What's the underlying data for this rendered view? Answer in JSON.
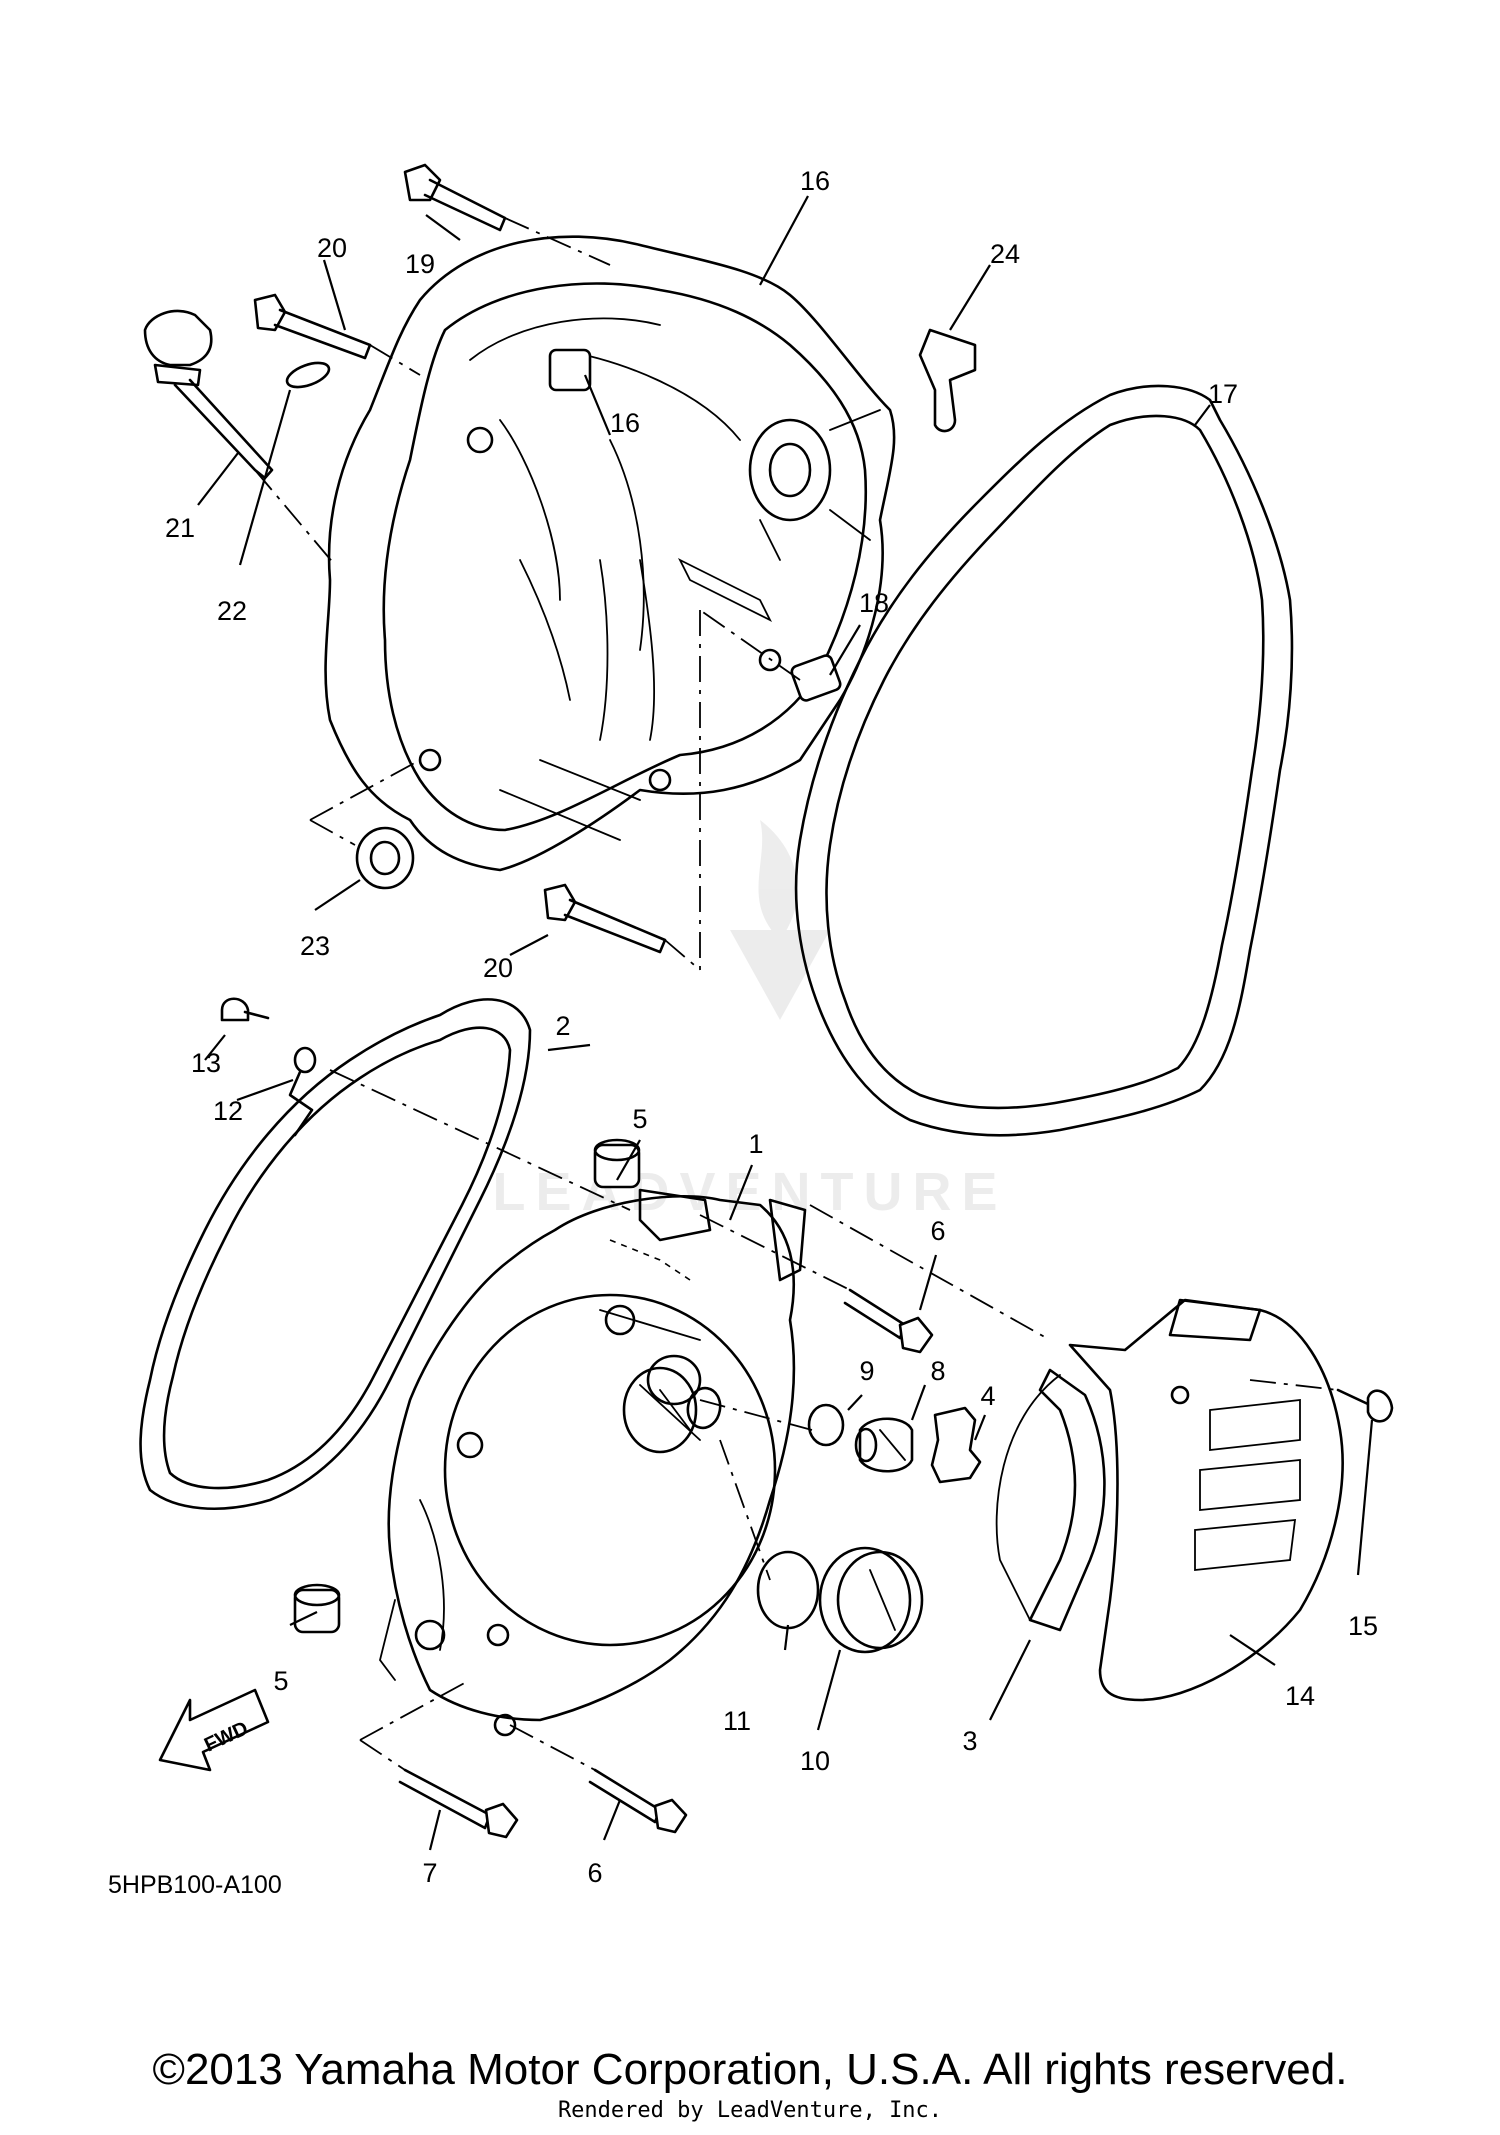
{
  "diagram": {
    "callouts": {
      "c1": "1",
      "c2": "2",
      "c3": "3",
      "c4": "4",
      "c5a": "5",
      "c5b": "5",
      "c6a": "6",
      "c6b": "6",
      "c7": "7",
      "c8": "8",
      "c9": "9",
      "c10": "10",
      "c11": "11",
      "c12": "12",
      "c13": "13",
      "c14": "14",
      "c15": "15",
      "c16a": "16",
      "c16b": "16",
      "c17": "17",
      "c18": "18",
      "c19": "19",
      "c20a": "20",
      "c20b": "20",
      "c21": "21",
      "c22": "22",
      "c23": "23",
      "c24": "24"
    },
    "diagram_code": "5HPB100-A100",
    "fwd_label": "FWD",
    "watermark": "LEADVENTURE"
  },
  "footer": {
    "copyright": "©2013 Yamaha Motor Corporation, U.S.A. All rights reserved.",
    "rendered_by": "Rendered by LeadVenture, Inc."
  }
}
